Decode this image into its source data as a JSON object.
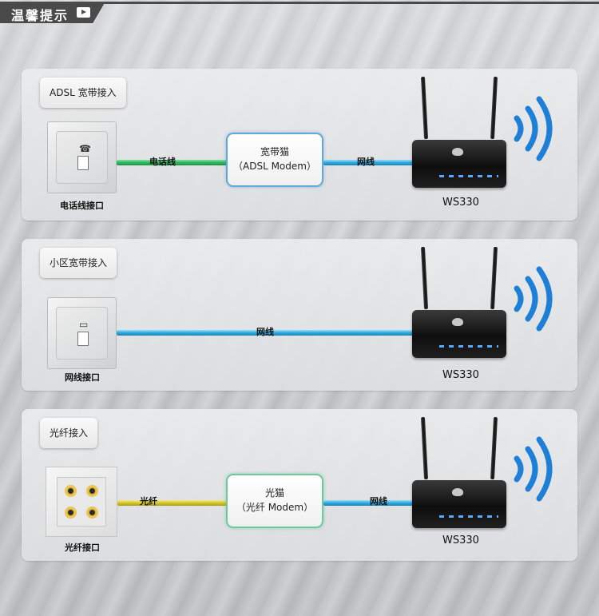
{
  "header": {
    "title": "温馨提示"
  },
  "panels": [
    {
      "tag": "ADSL 宽带接入",
      "jack_label": "电话线接口",
      "jack_icon": "phone-icon",
      "cable1_label": "电话线",
      "modem_line1": "宽带猫",
      "modem_line2": "（ADSL Modem）",
      "cable2_label": "网线",
      "router_label": "WS330"
    },
    {
      "tag": "小区宽带接入",
      "jack_label": "网线接口",
      "jack_icon": "computer-icon",
      "cable1_label": "网线",
      "router_label": "WS330"
    },
    {
      "tag": "光纤接入",
      "jack_label": "光纤接口",
      "cable1_label": "光纤",
      "modem_line1": "光猫",
      "modem_line2": "（光纤 Modem）",
      "cable2_label": "网线",
      "router_label": "WS330"
    }
  ],
  "colors": {
    "phone_cable": "#2fb65c",
    "network_cable": "#2fa9df",
    "fiber_cable": "#d6c72a",
    "wifi": "#1e7fd6"
  }
}
